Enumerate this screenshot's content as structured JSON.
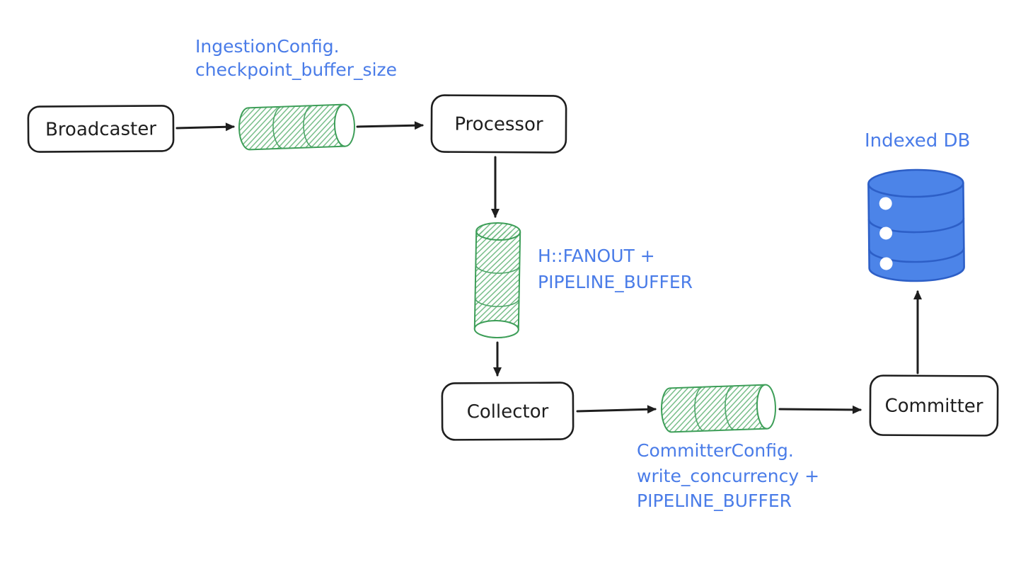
{
  "diagram": {
    "background": "#ffffff",
    "colors": {
      "node_stroke": "#1e1e1e",
      "arrow": "#1e1e1e",
      "buffer_green": "#3d9e58",
      "buffer_hatch": "#6cb87f",
      "annotation_blue": "#4a7ce8",
      "db_fill": "#4c84e8",
      "db_stroke": "#2d5fc7"
    },
    "nodes": {
      "broadcaster": {
        "label": "Broadcaster"
      },
      "processor": {
        "label": "Processor"
      },
      "collector": {
        "label": "Collector"
      },
      "committer": {
        "label": "Committer"
      }
    },
    "shapes": {
      "ingestion_buffer": "buffer-cylinder",
      "pipeline_buffer": "buffer-cylinder",
      "committer_buffer": "buffer-cylinder",
      "indexed_db": "database-cylinder"
    },
    "annotations": {
      "ingestion_config": {
        "line1": "IngestionConfig.",
        "line2": "checkpoint_buffer_size"
      },
      "fanout": {
        "line1": "H::FANOUT +",
        "line2": "PIPELINE_BUFFER"
      },
      "committer_config": {
        "line1": "CommitterConfig.",
        "line2": "write_concurrency +",
        "line3": "PIPELINE_BUFFER"
      },
      "indexed_db": {
        "label": "Indexed DB"
      }
    }
  }
}
